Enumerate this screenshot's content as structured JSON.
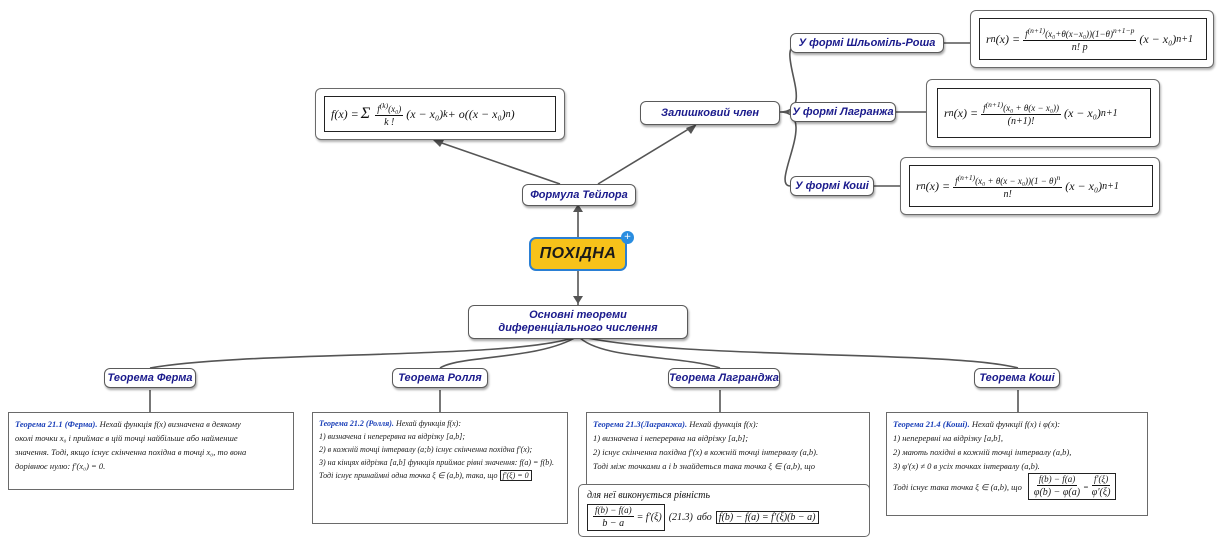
{
  "central": {
    "label": "ПОХІДНА",
    "expand_icon": "plus-icon"
  },
  "taylor": {
    "label": "Формула Тейлора",
    "formula": "f(x) = Σ_{k=0}^{n} f^{(k)}(x₀)/k! (x − x₀)^k + o((x − x₀)^n)"
  },
  "remainder": {
    "label": "Залишковий член",
    "forms": [
      {
        "label": "У формі Шльоміль-Роша",
        "formula": "rₙ(x) = f^{(n+1)}(x₀ + θ(x − x₀))(1 − θ)^{n+1−p} / (n! p) · (x − x₀)^{n+1}"
      },
      {
        "label": "У формі Лагранжа",
        "formula": "rₙ(x) = f^{(n+1)}(x₀ + θ(x − x₀)) / (n+1)! · (x − x₀)^{n+1}"
      },
      {
        "label": "У формі Коші",
        "formula": "rₙ(x) = f^{(n+1)}(x₀ + θ(x − x₀))(1 − θ)^n / n! · (x − x₀)^{n+1}"
      }
    ]
  },
  "theorems_root": {
    "line1": "Основні теореми",
    "line2": "диференціального числення"
  },
  "theorems": [
    {
      "label": "Теорема Ферма",
      "heading": "Теорема 21.1 (Ферма).",
      "lines": [
        "Нехай функція f(x) визначена в деякому",
        "околі точки x₀ і приймає в цій точці найбільше або найменше",
        "значення. Тоді, якщо існує скінченна похідна в точці x₀, то вона",
        "дорівнює нулю: f′(x₀) = 0."
      ]
    },
    {
      "label": "Теорема Ролля",
      "heading": "Теорема 21.2 (Ролля).",
      "lines": [
        "Нехай функція f(x):",
        "1) визначена і неперервна на відрізку [a,b];",
        "2) в кожній точці інтервалу (a;b) існує скінченна похідна f′(x);",
        "3) на кінцях відрізка [a,b] функція приймає рівні значення: f(a) = f(b).",
        "Тоді існує принаймні одна точка ξ ∈ (a,b), така, що"
      ],
      "result": "f′(ξ) = 0"
    },
    {
      "label": "Теорема Лагранджа",
      "heading": "Теорема 21.3(Лагранжа).",
      "lines": [
        "Нехай функція f(x):",
        "1) визначена і неперервна на відрізку [a,b];",
        "2) існує скінченна похідна f′(x) в кожній точці інтервалу (a,b).",
        "Тоді між точками a і b знайдеться така точка ξ ∈ (a,b), що"
      ],
      "cont": "для неї виконується рівність",
      "eq_label": "(21.3)",
      "eq_or": "або",
      "eq1_num": "f(b) − f(a)",
      "eq1_den": "b − a",
      "eq1_rhs": "= f′(ξ)",
      "eq2": "f(b) − f(a) = f′(ξ)(b − a)"
    },
    {
      "label": "Теорема Коші",
      "heading": "Теорема 21.4 (Коші).",
      "lines": [
        "Нехай функції f(x) і φ(x):",
        "1) неперервні на відрізку [a,b],",
        "2) мають похідні в кожній точці інтервалу (a,b),",
        "3) φ′(x) ≠ 0 в усіх точках інтервалу (a,b).",
        "Тоді існує така точка ξ ∈ (a,b), що"
      ],
      "res_num1": "f(b) − f(a)",
      "res_den1": "φ(b) − φ(a)",
      "res_num2": "f′(ξ)",
      "res_den2": "φ′(ξ)"
    }
  ]
}
